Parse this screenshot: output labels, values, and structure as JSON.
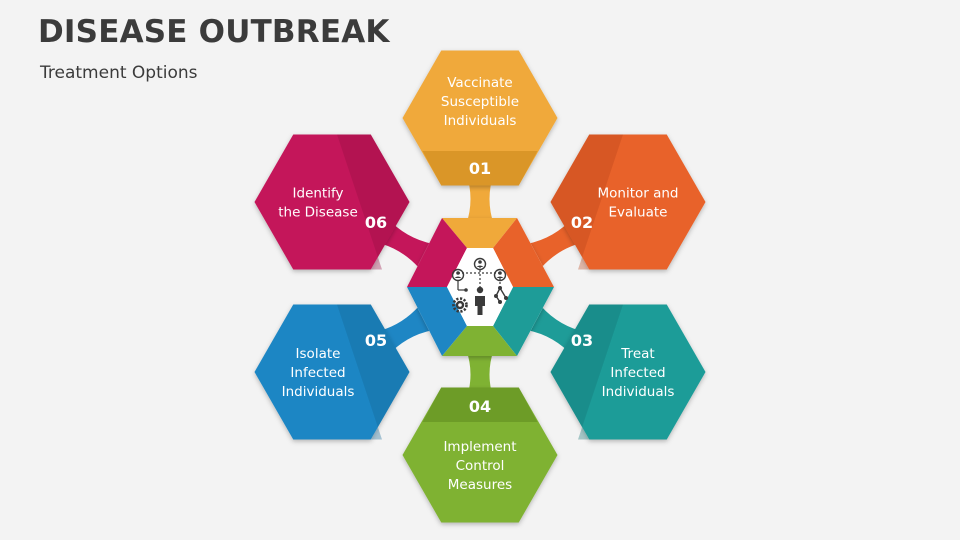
{
  "header": {
    "title": "DISEASE OUTBREAK",
    "subtitle": "Treatment Options"
  },
  "center": {
    "icon": "people-network-gear-icon"
  },
  "steps": [
    {
      "number": "01",
      "lines": [
        "Vaccinate",
        "Susceptible",
        "Individuals"
      ],
      "color": "#f0a93a",
      "dark": "#c9861a"
    },
    {
      "number": "02",
      "lines": [
        "Monitor and",
        "Evaluate"
      ],
      "color": "#e8622a",
      "dark": "#b8441a"
    },
    {
      "number": "03",
      "lines": [
        "Treat",
        "Infected",
        "Individuals"
      ],
      "color": "#1e9c98",
      "dark": "#137472"
    },
    {
      "number": "04",
      "lines": [
        "Implement",
        "Control",
        "Measures"
      ],
      "color": "#7fb233",
      "dark": "#5e8a1f"
    },
    {
      "number": "05",
      "lines": [
        "Isolate",
        "Infected",
        "Individuals"
      ],
      "color": "#1e86c4",
      "dark": "#146796"
    },
    {
      "number": "06",
      "lines": [
        "Identify",
        "the Disease"
      ],
      "color": "#c4165a",
      "dark": "#960f43"
    }
  ]
}
